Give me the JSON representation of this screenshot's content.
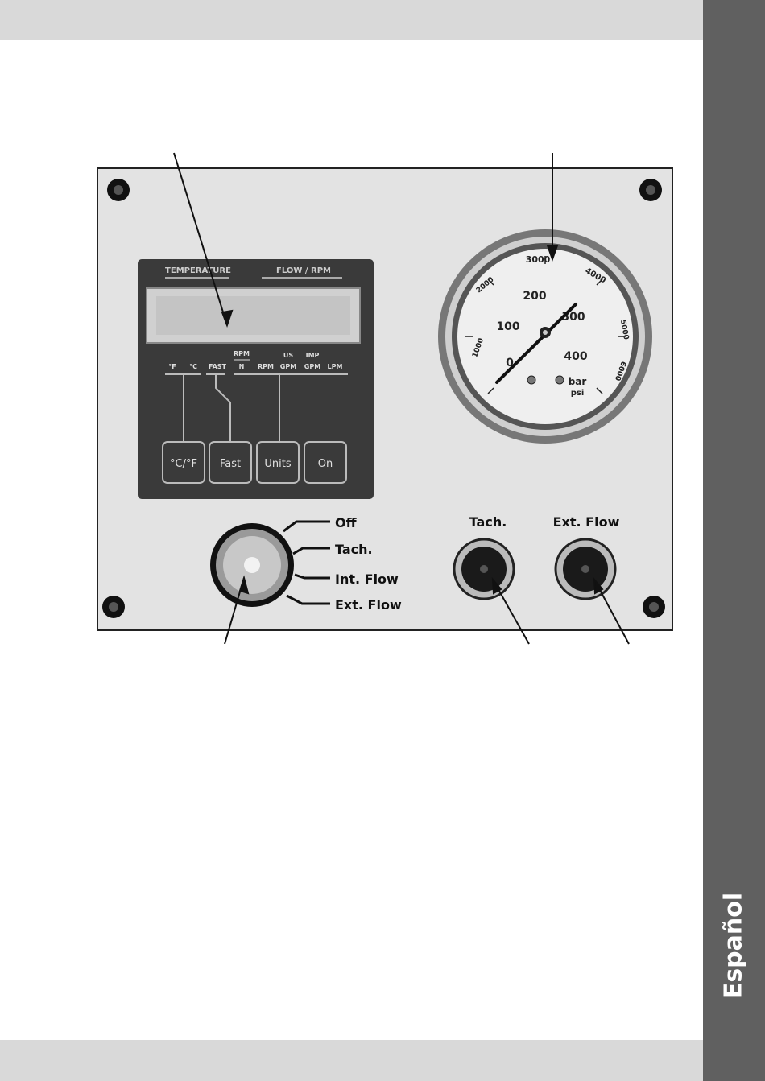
{
  "side_tab": {
    "label": "Español"
  },
  "panel": {
    "display_header": {
      "temperature": "TEMPERATURE",
      "flow_rpm": "FLOW / RPM"
    },
    "indicator_labels": {
      "f": "°F",
      "c": "°C",
      "fast": "FAST",
      "rpm_over_n_top": "RPM",
      "rpm_over_n_bottom": "N",
      "rpm": "RPM",
      "us": "US",
      "us_gpm": "GPM",
      "imp": "IMP",
      "imp_gpm": "GPM",
      "lpm": "LPM"
    },
    "buttons": {
      "temp_unit": "°C/°F",
      "fast": "Fast",
      "units": "Units",
      "on": "On"
    },
    "selector_positions": [
      "Off",
      "Tach.",
      "Int. Flow",
      "Ext. Flow"
    ],
    "connectors": {
      "tach": "Tach.",
      "ext_flow": "Ext. Flow"
    },
    "gauge": {
      "bar_scale": [
        "0",
        "100",
        "200",
        "300",
        "400"
      ],
      "psi_scale": [
        "1000",
        "2000",
        "3000",
        "4000",
        "5000",
        "6000"
      ],
      "unit_bar": "bar",
      "unit_psi": "psi"
    }
  }
}
